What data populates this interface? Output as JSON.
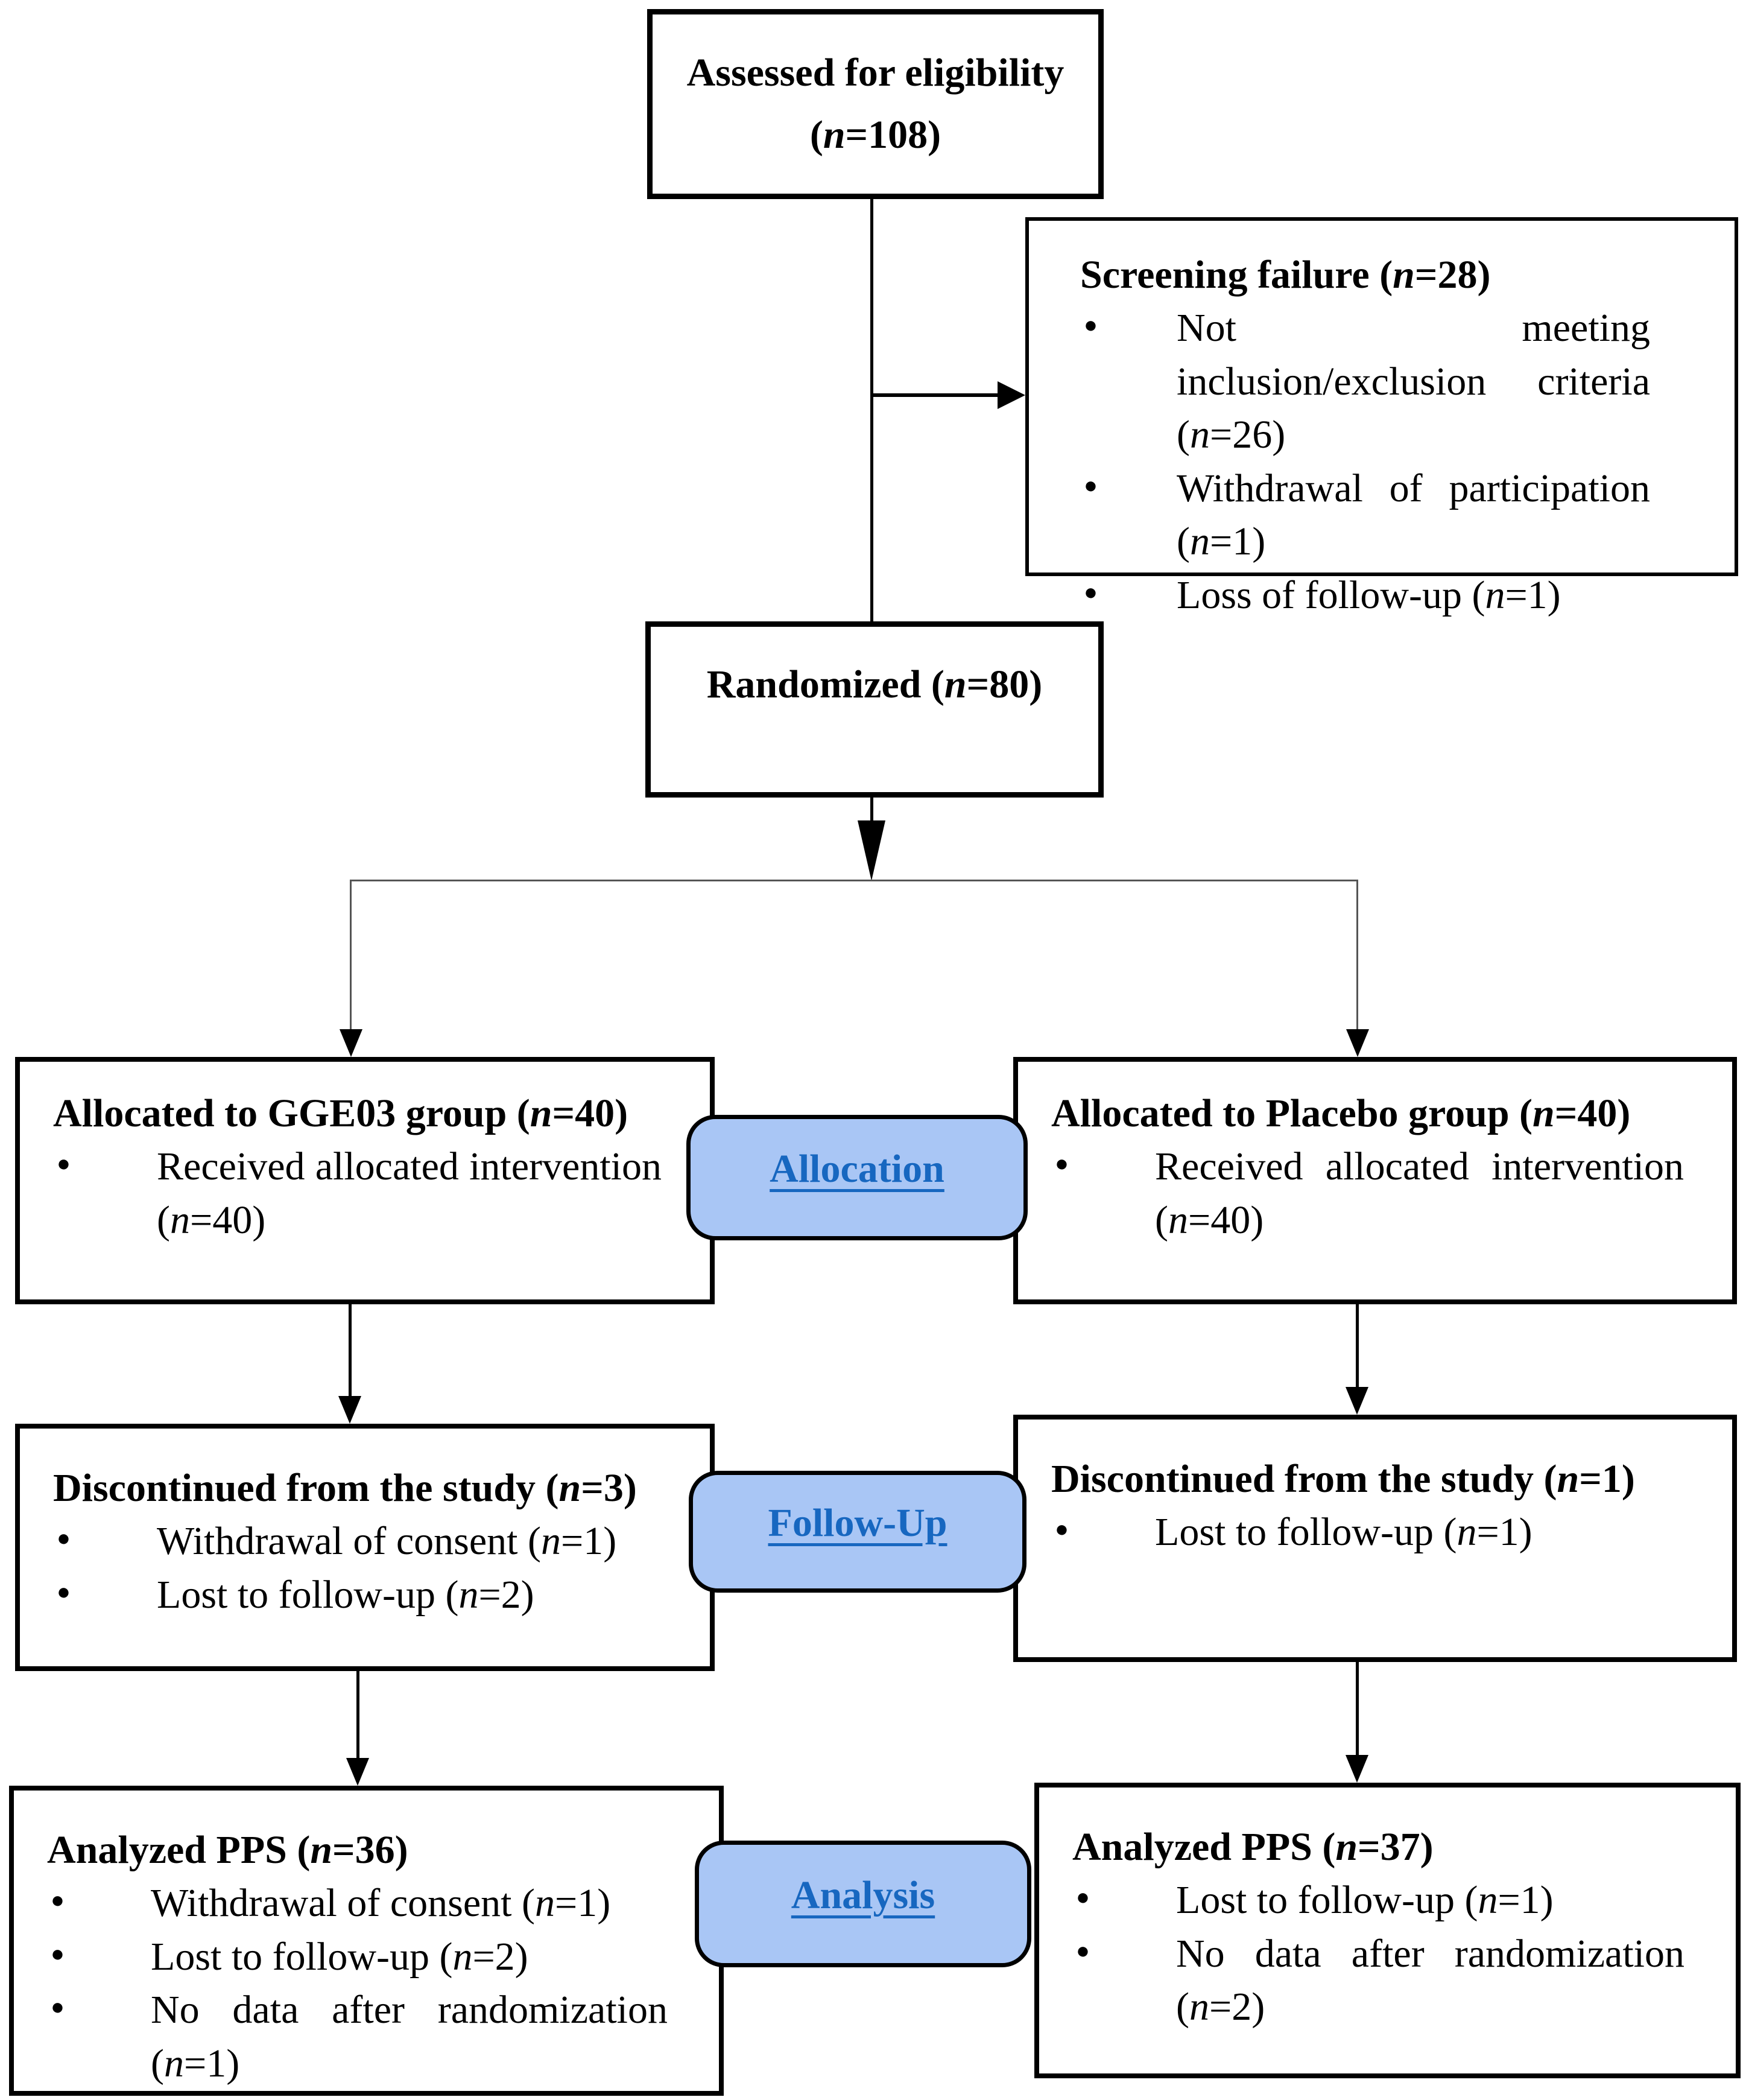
{
  "diagram": {
    "assessed": {
      "title": "Assessed for eligibility (n=108)"
    },
    "screening": {
      "title": "Screening failure (n=28)",
      "items": [
        "Not meeting inclusion/exclusion criteria (n=26)",
        "Withdrawal of participation (n=1)",
        "Loss of follow-up (n=1)"
      ]
    },
    "randomized": {
      "title": "Randomized (n=80)"
    },
    "allocation_left": {
      "title": "Allocated to GGE03 group (n=40)",
      "items": [
        "Received allocated intervention (n=40)"
      ]
    },
    "allocation_right": {
      "title": "Allocated to Placebo group (n=40)",
      "items": [
        "Received allocated intervention (n=40)"
      ]
    },
    "followup_left": {
      "title": "Discontinued from the study (n=3)",
      "items": [
        "Withdrawal of consent (n=1)",
        "Lost to follow-up (n=2)"
      ]
    },
    "followup_right": {
      "title": "Discontinued from the study (n=1)",
      "items": [
        "Lost to follow-up (n=1)"
      ]
    },
    "analysis_left": {
      "title": "Analyzed PPS (n=36)",
      "items": [
        "Withdrawal of consent (n=1)",
        "Lost to follow-up (n=2)",
        "No data after randomization (n=1)"
      ]
    },
    "analysis_right": {
      "title": "Analyzed PPS (n=37)",
      "items": [
        "Lost to follow-up (n=1)",
        "No data after randomization (n=2)"
      ]
    },
    "stage_labels": {
      "allocation": "Allocation",
      "followup": "Follow-Up",
      "analysis": "Analysis"
    }
  },
  "colors": {
    "stage_fill": "#a9c6f5",
    "stage_text": "#1767c0",
    "line_color": "#000000",
    "box_background": "#ffffff"
  }
}
